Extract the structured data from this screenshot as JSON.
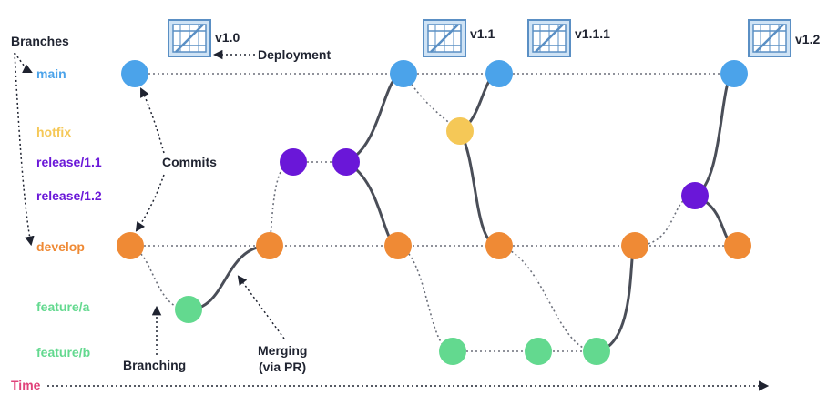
{
  "legend": {
    "branches_label": "Branches",
    "time_label": "Time"
  },
  "colors": {
    "main": "#4ba3ea",
    "hotfix": "#f5c857",
    "release": "#6a17d8",
    "develop": "#ef8a35",
    "feature": "#63d98f",
    "time": "#e0427a",
    "text": "#1f2330",
    "crate_fill": "#cfe3f5",
    "crate_stroke": "#5a8fc4"
  },
  "branches": [
    {
      "id": "main",
      "label": "main",
      "color": "#4ba3ea"
    },
    {
      "id": "hotfix",
      "label": "hotfix",
      "color": "#f5c857"
    },
    {
      "id": "release11",
      "label": "release/1.1",
      "color": "#6a17d8"
    },
    {
      "id": "release12",
      "label": "release/1.2",
      "color": "#6a17d8"
    },
    {
      "id": "develop",
      "label": "develop",
      "color": "#ef8a35"
    },
    {
      "id": "featurea",
      "label": "feature/a",
      "color": "#63d98f"
    },
    {
      "id": "featureb",
      "label": "feature/b",
      "color": "#63d98f"
    }
  ],
  "annotations": {
    "commits": "Commits",
    "deployment": "Deployment",
    "branching": "Branching",
    "merging_line1": "Merging",
    "merging_line2": "(via PR)"
  },
  "releases": [
    {
      "label": "v1.0"
    },
    {
      "label": "v1.1"
    },
    {
      "label": "v1.1.1"
    },
    {
      "label": "v1.2"
    }
  ]
}
